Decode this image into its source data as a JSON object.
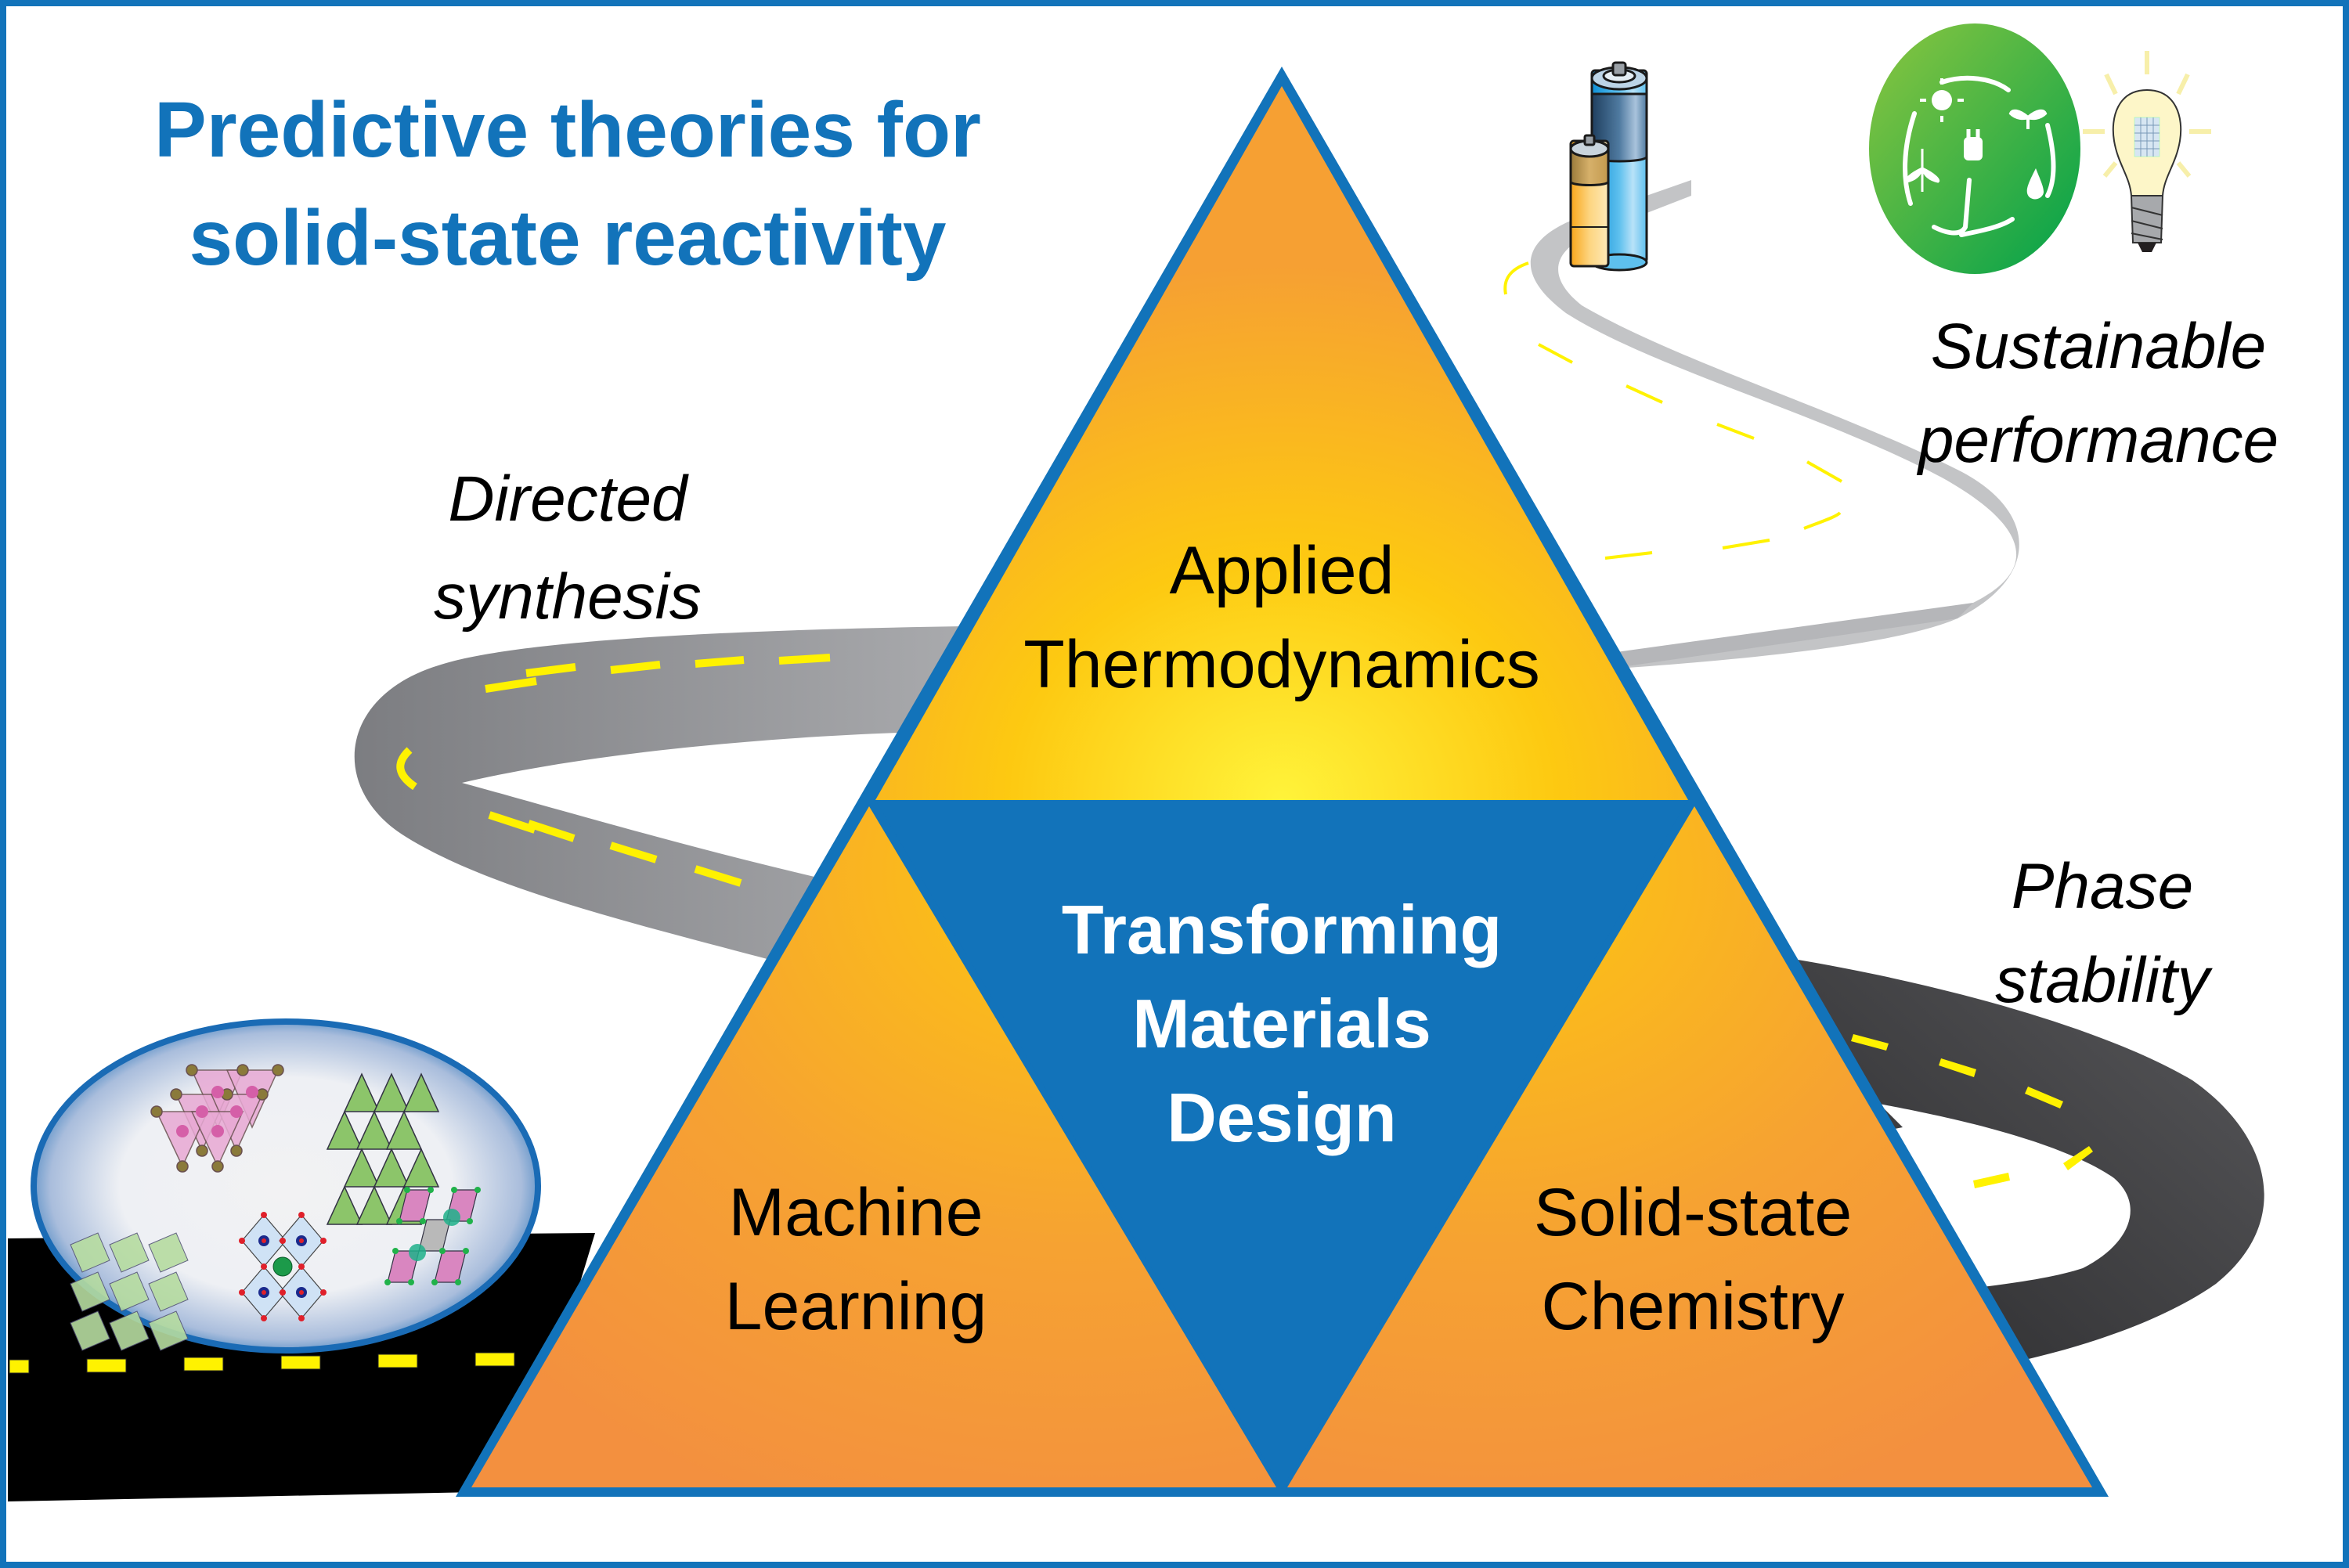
{
  "title": {
    "line1": "Predictive theories for",
    "line2": "solid-state reactivity"
  },
  "road_labels": {
    "directed_synthesis": [
      "Directed",
      "synthesis"
    ],
    "phase_stability": [
      "Phase",
      "stability"
    ],
    "sustainable_performance": [
      "Sustainable",
      "performance"
    ]
  },
  "pyramid": {
    "top": [
      "Applied",
      "Thermodynamics"
    ],
    "bottom_left": [
      "Machine",
      "Learning"
    ],
    "bottom_right": [
      "Solid-state",
      "Chemistry"
    ],
    "center": [
      "Transforming",
      "Materials",
      "Design"
    ]
  },
  "icons": {
    "batteries": "battery-icon",
    "sustainability": "renewable-energy-cycle-icon",
    "lightbulb": "led-lightbulb-icon",
    "crystals": "crystal-structures-icon"
  },
  "colors": {
    "frame_blue": "#1273ba",
    "title_blue": "#1273ba",
    "center_blue": "#1273ba",
    "triangle_yellow": "#fdc611",
    "triangle_orange": "#f3913f",
    "road_black": "#000000",
    "road_dark_gray": "#3c3c3e",
    "road_gray": "#8a8b8f",
    "road_light_gray": "#c9cacc",
    "lane_yellow": "#fff200",
    "eco_green": "#1ea84a"
  }
}
